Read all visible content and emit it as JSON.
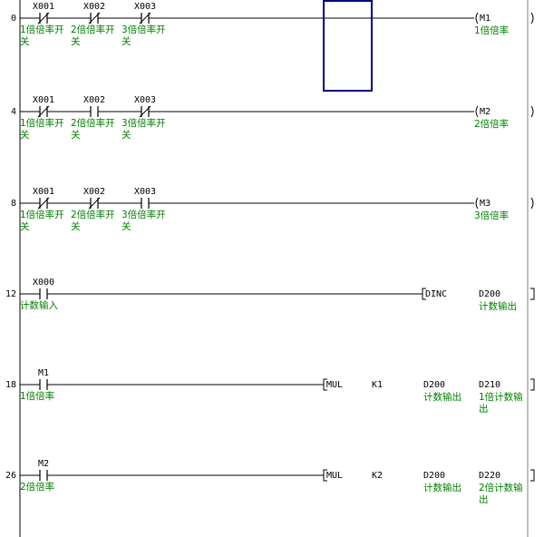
{
  "rungs": [
    {
      "step": "0",
      "contacts": [
        {
          "device": "X001",
          "type": "nc",
          "comment": "1倍倍率开关"
        },
        {
          "device": "X002",
          "type": "nc",
          "comment": "2倍倍率开关"
        },
        {
          "device": "X003",
          "type": "nc",
          "comment": "3倍倍率开关"
        }
      ],
      "output": {
        "kind": "coil",
        "device": "M1",
        "comment": "1倍倍率"
      }
    },
    {
      "step": "4",
      "contacts": [
        {
          "device": "X001",
          "type": "nc",
          "comment": "1倍倍率开关"
        },
        {
          "device": "X002",
          "type": "no",
          "comment": "2倍倍率开关"
        },
        {
          "device": "X003",
          "type": "nc",
          "comment": "3倍倍率开关"
        }
      ],
      "output": {
        "kind": "coil",
        "device": "M2",
        "comment": "2倍倍率"
      }
    },
    {
      "step": "8",
      "contacts": [
        {
          "device": "X001",
          "type": "nc",
          "comment": "1倍倍率开关"
        },
        {
          "device": "X002",
          "type": "nc",
          "comment": "2倍倍率开关"
        },
        {
          "device": "X003",
          "type": "no",
          "comment": "3倍倍率开关"
        }
      ],
      "output": {
        "kind": "coil",
        "device": "M3",
        "comment": "3倍倍率"
      }
    },
    {
      "step": "12",
      "contacts": [
        {
          "device": "X000",
          "type": "no",
          "comment": "计数输入"
        }
      ],
      "output": {
        "kind": "instruction",
        "instruction": "DINC",
        "operands": [
          {
            "device": "D200",
            "comment": "计数输出"
          }
        ]
      }
    },
    {
      "step": "18",
      "contacts": [
        {
          "device": "M1",
          "type": "no",
          "comment": "1倍倍率"
        }
      ],
      "output": {
        "kind": "instruction",
        "instruction": "MUL",
        "operands": [
          {
            "device": "K1",
            "comment": ""
          },
          {
            "device": "D200",
            "comment": "计数输出"
          },
          {
            "device": "D210",
            "comment": "1倍计数输出"
          }
        ]
      }
    },
    {
      "step": "26",
      "contacts": [
        {
          "device": "M2",
          "type": "no",
          "comment": "2倍倍率"
        }
      ],
      "output": {
        "kind": "instruction",
        "instruction": "MUL",
        "operands": [
          {
            "device": "K2",
            "comment": ""
          },
          {
            "device": "D200",
            "comment": "计数输出"
          },
          {
            "device": "D220",
            "comment": "2倍计数输出"
          }
        ]
      }
    }
  ],
  "colors": {
    "wire": "#000000",
    "comment": "#008000",
    "cursor": "#000080",
    "background": "#ffffff"
  }
}
